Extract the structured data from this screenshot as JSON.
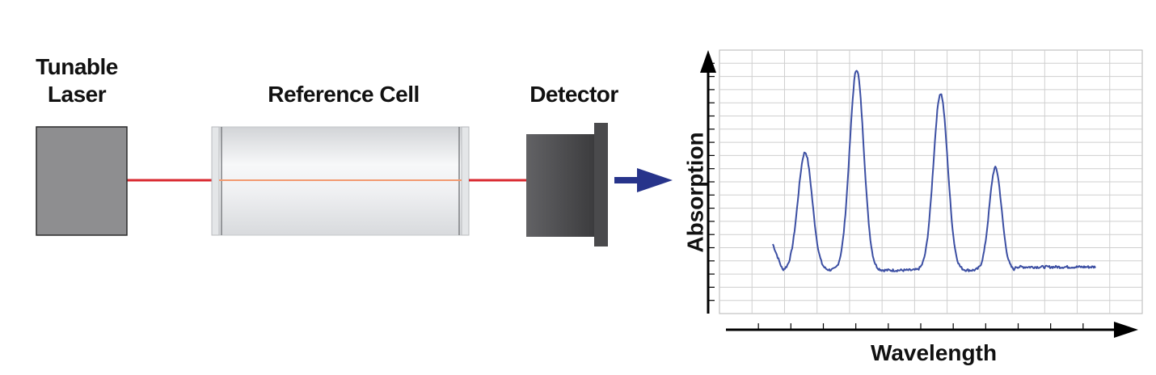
{
  "labels": {
    "laser_line1": "Tunable",
    "laser_line2": "Laser",
    "reference_cell": "Reference Cell",
    "detector": "Detector",
    "y_axis": "Absorption",
    "x_axis": "Wavelength"
  },
  "colors": {
    "laser_box": "#8e8e90",
    "beam": "#d9282f",
    "beam_in_cell": "#f29a70",
    "detector": "#4a4a4c",
    "arrow": "#27348b",
    "spectrum": "#3c4fa3",
    "grid": "#cfcfcf"
  },
  "spectrum": {
    "baseline": 0.08,
    "peaks": [
      {
        "position": 0.1,
        "height": 0.62
      },
      {
        "position": 0.26,
        "height": 1.0
      },
      {
        "position": 0.52,
        "height": 0.89
      },
      {
        "position": 0.69,
        "height": 0.55
      }
    ]
  }
}
